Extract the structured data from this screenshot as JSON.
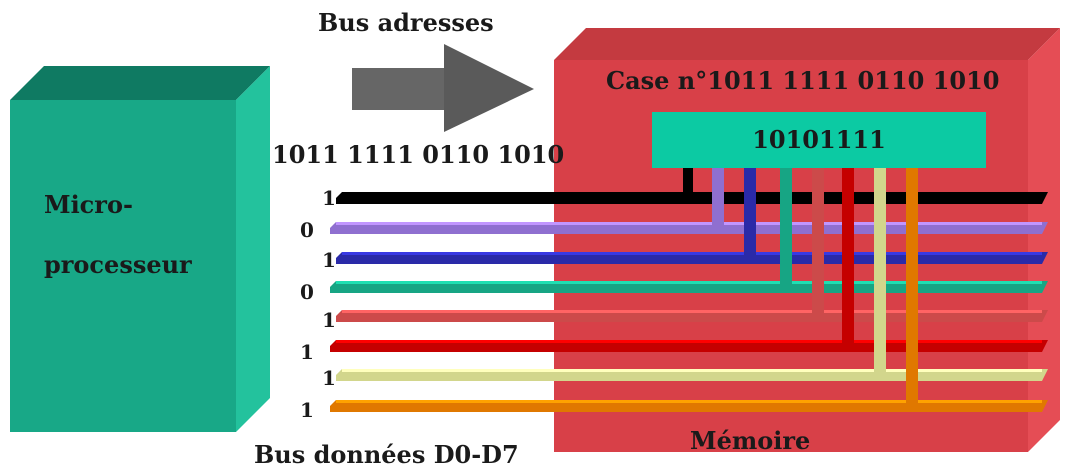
{
  "bus_address": {
    "title": "Bus adresses",
    "value": "1011 1111 0110 1010"
  },
  "memory": {
    "cell_title": "Case n°1011 1111 0110 1010",
    "cell_value": "10101111",
    "label": "Mémoire"
  },
  "microprocessor": {
    "line1": "Micro-",
    "line2": "processeur"
  },
  "bus_data": {
    "title": "Bus données D0-D7",
    "bits": [
      "1",
      "0",
      "1",
      "0",
      "1",
      "1",
      "1",
      "1"
    ]
  },
  "colors": {
    "memory_front": "#d84048",
    "memory_top": "#c43a40",
    "memory_side": "#e54d55",
    "micro_front": "#18a887",
    "micro_top": "#0f7a62",
    "micro_side": "#23c29d",
    "cell_box": "#0ccaa3",
    "arrow": "#666666",
    "bus_lines": [
      "#000000",
      "#8f6fd0",
      "#2a2aa8",
      "#17a584",
      "#cc4a4a",
      "#c50000",
      "#d2d68c",
      "#e07800"
    ]
  }
}
